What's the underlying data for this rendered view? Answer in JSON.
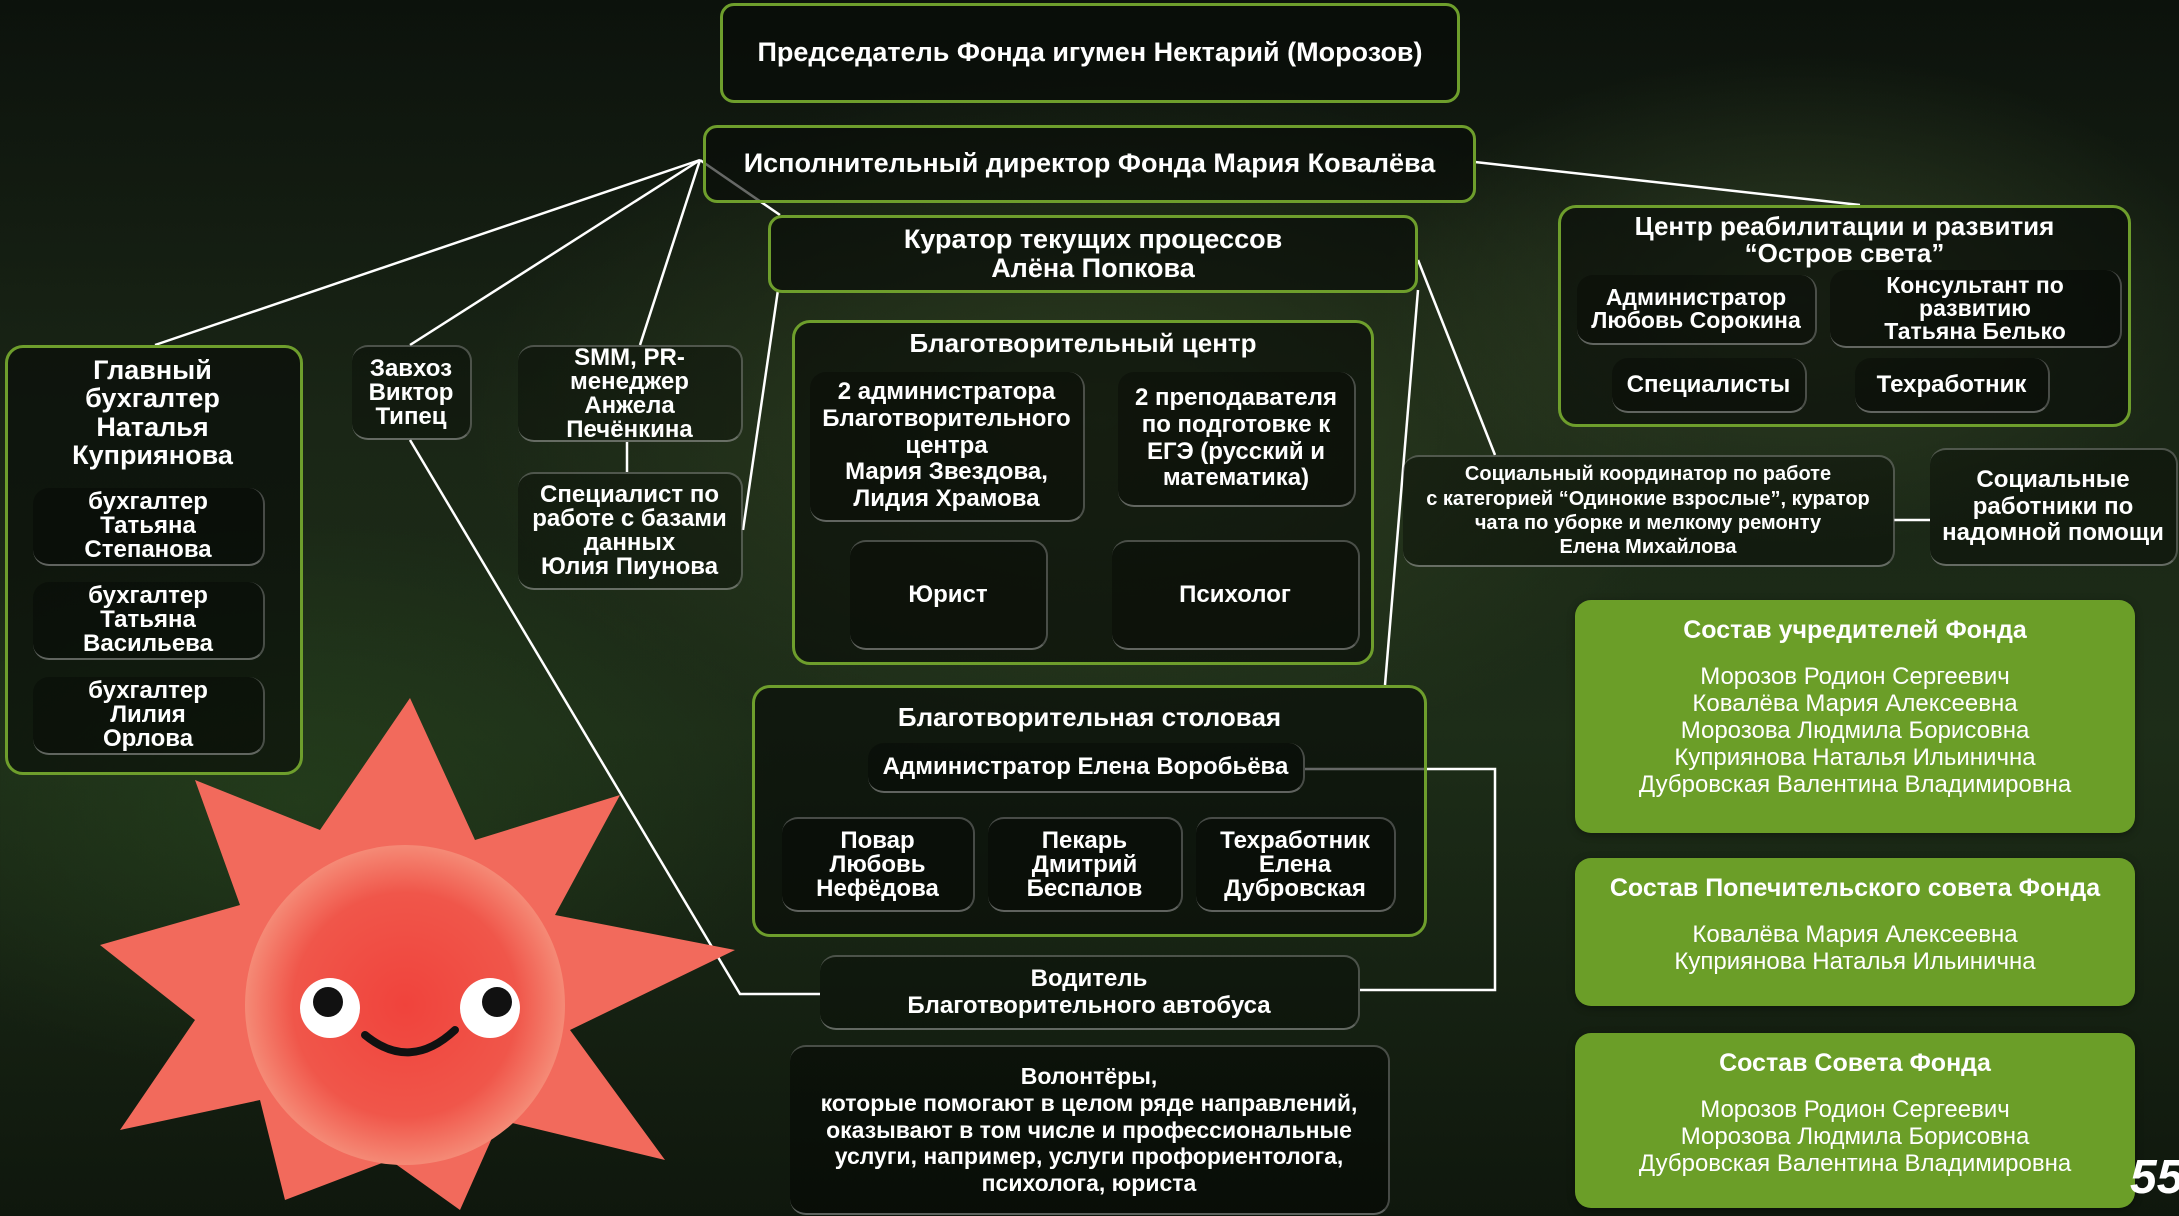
{
  "chairman": "Председатель Фонда игумен Нектарий (Морозов)",
  "executive_director": "Исполнительный директор Фонда Мария Ковалёва",
  "curator": "Куратор текущих процессов\nАлёна Попкова",
  "chief_accountant": {
    "title": "Главный\nбухгалтер\nНаталья\nКуприянова",
    "staff": [
      "бухгалтер\nТатьяна\nСтепанова",
      "бухгалтер\nТатьяна\nВасильева",
      "бухгалтер\nЛилия\nОрлова"
    ]
  },
  "supply_manager": "Завхоз\nВиктор\nТипец",
  "smm_manager": "SMM, PR-\nменеджер\nАнжела\nПечёнкина",
  "database_specialist": "Специалист по\nработе с базами\nданных\nЮлия Пиунова",
  "charity_center": {
    "title": "Благотворительный центр",
    "admins": "2 администратора\nБлаготворительного\nцентра\nМария Звездова,\nЛидия Храмова",
    "teachers": "2 преподавателя\nпо подготовке к\nЕГЭ (русский и\nматематика)",
    "lawyer": "Юрист",
    "psychologist": "Психолог"
  },
  "canteen": {
    "title": "Благотворительная столовая",
    "admin": "Администратор Елена Воробьёва",
    "cook": "Повар\nЛюбовь\nНефёдова",
    "baker": "Пекарь\nДмитрий\nБеспалов",
    "technician": "Техработник\nЕлена\nДубровская"
  },
  "driver": "Водитель\nБлаготворительного автобуса",
  "volunteers": "Волонтёры,\nкоторые помогают в целом ряде направлений,\nоказывают в том числе и профессиональные\nуслуги, например, услуги профориентолога,\nпсихолога, юриста",
  "rehab_center": {
    "title": "Центр реабилитации и развития\n“Остров света”",
    "admin": "Администратор\nЛюбовь Сорокина",
    "consultant": "Консультант по\nразвитию\nТатьяна Белько",
    "specialists": "Специалисты",
    "technician": "Техработник"
  },
  "social_coordinator": "Социальный координатор по работе\nс категорией “Одинокие взрослые”, куратор\nчата по уборке и мелкому ремонту\nЕлена Михайлова",
  "social_workers": "Социальные\nработники по\nнадомной помощи",
  "founders": {
    "title": "Состав учредителей Фонда",
    "members": [
      "Морозов Родион Сергеевич",
      "Ковалёва Мария Алексеевна",
      "Морозова Людмила Борисовна",
      "Куприянова Наталья Ильинична",
      "Дубровская Валентина Владимировна"
    ]
  },
  "trustees": {
    "title": "Состав Попечительского совета Фонда",
    "members": [
      "Ковалёва Мария Алексеевна",
      "Куприянова Наталья Ильинична"
    ]
  },
  "council": {
    "title": "Состав Совета Фонда",
    "members": [
      "Морозов Родион Сергеевич",
      "Морозова Людмила Борисовна",
      "Дубровская Валентина Владимировна"
    ]
  },
  "page_number": "55",
  "colors": {
    "accent_green": "#6b9e28",
    "border_green": "#6e9e2c",
    "mascot_red": "#f0564a"
  }
}
